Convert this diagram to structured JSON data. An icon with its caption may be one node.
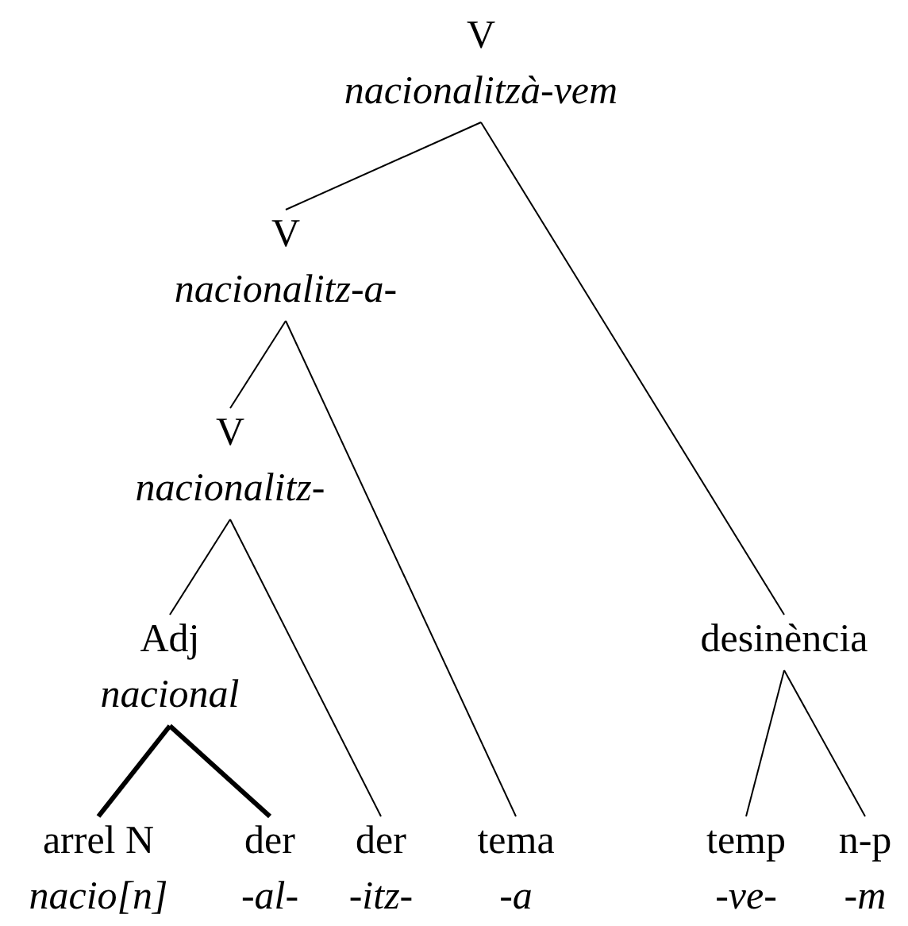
{
  "diagram": {
    "nodes": [
      {
        "text": [
          "V",
          "nacionalitzà-vem"
        ]
      },
      {
        "text": [
          "V",
          "nacionalitz-a-"
        ]
      },
      {
        "text": [
          "V",
          "nacionalitz-"
        ]
      },
      {
        "text": [
          "Adj",
          "nacional"
        ]
      },
      {
        "text": [
          "desinència"
        ]
      },
      {
        "text": [
          "arrel N",
          "nacio[n]"
        ]
      },
      {
        "text": [
          "der",
          "-al-"
        ]
      },
      {
        "text": [
          "der",
          "-itz-"
        ]
      },
      {
        "text": [
          "tema",
          "-a"
        ]
      },
      {
        "text": [
          "temp",
          "-ve-"
        ]
      },
      {
        "text": [
          "n-p",
          "-m"
        ]
      }
    ],
    "edges": [
      {
        "from": 0,
        "to": 1,
        "arrow": "none"
      },
      {
        "from": 0,
        "to": 4,
        "arrow": "none"
      },
      {
        "from": 1,
        "to": 2,
        "arrow": "none"
      },
      {
        "from": 1,
        "to": 8,
        "arrow": "none"
      },
      {
        "from": 2,
        "to": 3,
        "arrow": "none"
      },
      {
        "from": 2,
        "to": 7,
        "arrow": "none"
      },
      {
        "from": 3,
        "to": 5,
        "arrow": "none",
        "style": "thick"
      },
      {
        "from": 3,
        "to": 6,
        "arrow": "none",
        "style": "thick"
      },
      {
        "from": 4,
        "to": 9,
        "arrow": "none"
      },
      {
        "from": 4,
        "to": 10,
        "arrow": "none"
      }
    ]
  }
}
